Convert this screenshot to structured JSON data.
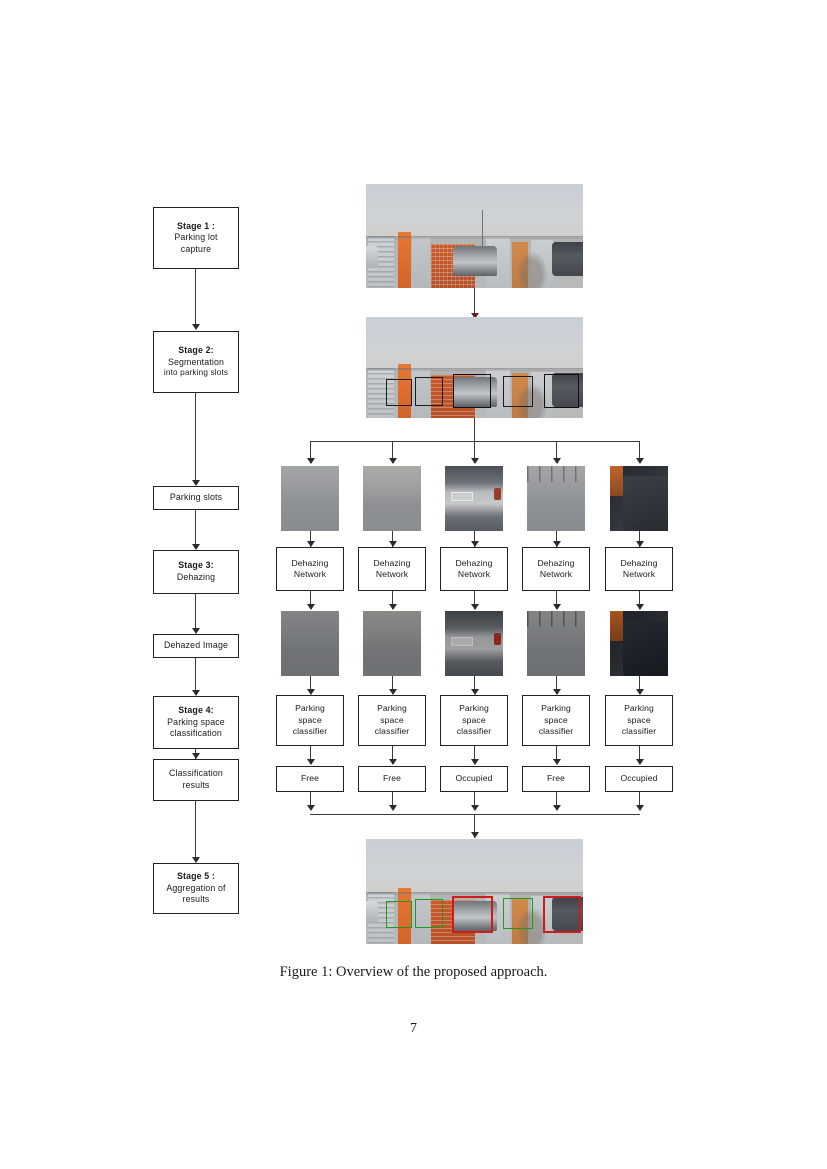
{
  "document": {
    "figure_caption": "Figure 1: Overview of the proposed approach.",
    "page_number": "7"
  },
  "pipeline": {
    "left_column": [
      {
        "id": "stage-1",
        "lines": [
          "Stage 1 :",
          "Parking lot",
          "capture"
        ],
        "bold_lines": 1
      },
      {
        "id": "stage-2",
        "lines": [
          "Stage 2:",
          "Segmentation",
          "into parking slots"
        ],
        "bold_lines": 1
      },
      {
        "id": "parking-slots",
        "lines": [
          "Parking slots"
        ],
        "bold_lines": 0
      },
      {
        "id": "stage-3",
        "lines": [
          "Stage 3:",
          "Dehazing"
        ],
        "bold_lines": 1
      },
      {
        "id": "dehazed-image",
        "lines": [
          "Dehazed Image"
        ],
        "bold_lines": 0
      },
      {
        "id": "stage-4",
        "lines": [
          "Stage 4:",
          "Parking space",
          "classification"
        ],
        "bold_lines": 1
      },
      {
        "id": "classification-results",
        "lines": [
          "Classification",
          "results"
        ],
        "bold_lines": 0
      },
      {
        "id": "stage-5",
        "lines": [
          "Stage 5 :",
          "Aggregation of",
          "results"
        ],
        "bold_lines": 1
      }
    ],
    "dehazing_network_label": [
      "Dehazing",
      "Network"
    ],
    "classifier_label": [
      "Parking",
      "space",
      "classifier"
    ],
    "slots": [
      {
        "index": 1,
        "result": "Free",
        "occupied": false
      },
      {
        "index": 2,
        "result": "Free",
        "occupied": false
      },
      {
        "index": 3,
        "result": "Occupied",
        "occupied": true
      },
      {
        "index": 4,
        "result": "Free",
        "occupied": false
      },
      {
        "index": 5,
        "result": "Occupied",
        "occupied": true
      }
    ]
  },
  "images": {
    "capture_alt": "parking-lot-hazy-capture",
    "segmented_alt": "parking-lot-with-slot-boxes",
    "aggregated_alt": "parking-lot-with-color-coded-results"
  },
  "colors": {
    "free_box": "#1e9b1e",
    "occupied_box": "#d01b1b",
    "line": "#3a3a3a",
    "border": "#222222"
  }
}
